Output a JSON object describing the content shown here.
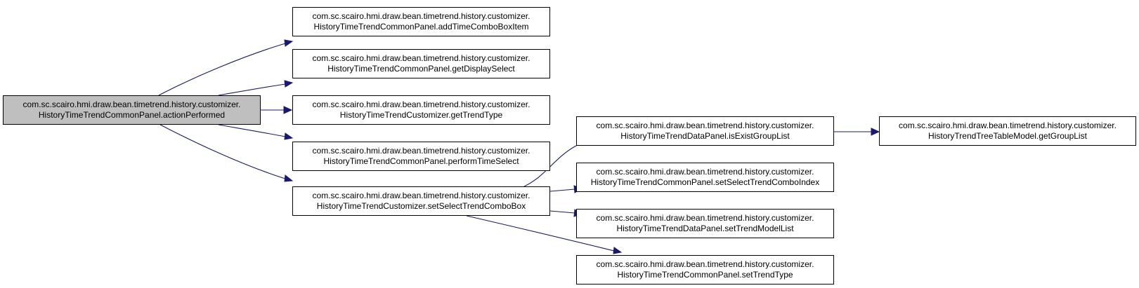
{
  "colors": {
    "edge": "#191970",
    "root_fill": "#bfbfbf",
    "node_fill": "#ffffff",
    "border": "#000000"
  },
  "nodes": [
    {
      "id": "n0",
      "line1": "com.sc.scairo.hmi.draw.bean.timetrend.history.customizer.",
      "line2": "HistoryTimeTrendCommonPanel.actionPerformed"
    },
    {
      "id": "n1",
      "line1": "com.sc.scairo.hmi.draw.bean.timetrend.history.customizer.",
      "line2": "HistoryTimeTrendCommonPanel.addTimeComboBoxItem"
    },
    {
      "id": "n2",
      "line1": "com.sc.scairo.hmi.draw.bean.timetrend.history.customizer.",
      "line2": "HistoryTimeTrendCommonPanel.getDisplaySelect"
    },
    {
      "id": "n3",
      "line1": "com.sc.scairo.hmi.draw.bean.timetrend.history.customizer.",
      "line2": "HistoryTimeTrendCustomizer.getTrendType"
    },
    {
      "id": "n4",
      "line1": "com.sc.scairo.hmi.draw.bean.timetrend.history.customizer.",
      "line2": "HistoryTimeTrendCommonPanel.performTimeSelect"
    },
    {
      "id": "n5",
      "line1": "com.sc.scairo.hmi.draw.bean.timetrend.history.customizer.",
      "line2": "HistoryTimeTrendCustomizer.setSelectTrendComboBox"
    },
    {
      "id": "n6",
      "line1": "com.sc.scairo.hmi.draw.bean.timetrend.history.customizer.",
      "line2": "HistoryTimeTrendDataPanel.isExistGroupList"
    },
    {
      "id": "n7",
      "line1": "com.sc.scairo.hmi.draw.bean.timetrend.history.customizer.",
      "line2": "HistoryTimeTrendCommonPanel.setSelectTrendComboIndex"
    },
    {
      "id": "n8",
      "line1": "com.sc.scairo.hmi.draw.bean.timetrend.history.customizer.",
      "line2": "HistoryTimeTrendDataPanel.setTrendModelList"
    },
    {
      "id": "n9",
      "line1": "com.sc.scairo.hmi.draw.bean.timetrend.history.customizer.",
      "line2": "HistoryTimeTrendCommonPanel.setTrendType"
    },
    {
      "id": "n10",
      "line1": "com.sc.scairo.hmi.draw.bean.timetrend.history.customizer.",
      "line2": "HistoryTrendTreeTableModel.getGroupList"
    }
  ],
  "edges": [
    {
      "from": "n0",
      "to": "n1"
    },
    {
      "from": "n0",
      "to": "n2"
    },
    {
      "from": "n0",
      "to": "n3"
    },
    {
      "from": "n0",
      "to": "n4"
    },
    {
      "from": "n0",
      "to": "n5"
    },
    {
      "from": "n5",
      "to": "n6"
    },
    {
      "from": "n5",
      "to": "n7"
    },
    {
      "from": "n5",
      "to": "n8"
    },
    {
      "from": "n5",
      "to": "n9"
    },
    {
      "from": "n6",
      "to": "n10"
    }
  ]
}
